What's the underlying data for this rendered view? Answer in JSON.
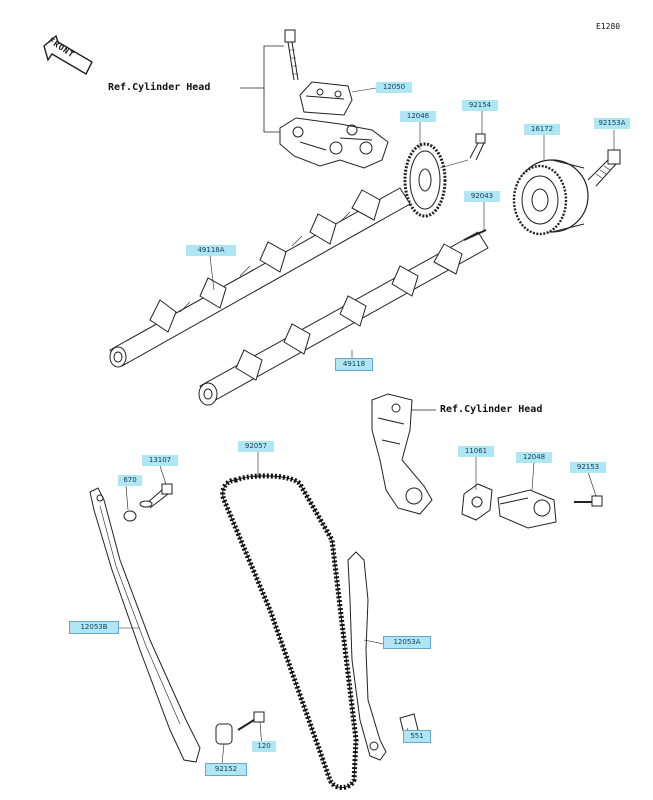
{
  "diagram_code": "E1280",
  "front_label": "FRONT",
  "ref_labels": {
    "ref1": "Ref.Cylinder Head",
    "ref2": "Ref.Cylinder Head"
  },
  "part_labels": {
    "p12050": "12050",
    "p12046": "12046",
    "p92154": "92154",
    "p16172": "16172",
    "p92153A": "92153A",
    "p92043": "92043",
    "p49118A": "49118A",
    "p49118": "49118",
    "p92057": "92057",
    "p13107": "13107",
    "p670": "670",
    "p12053B": "12053B",
    "p11061": "11061",
    "p12048": "12048",
    "p92153": "92153",
    "p12053A": "12053A",
    "p120": "120",
    "p551": "551",
    "p92152": "92152"
  },
  "colors": {
    "label_bg": "#aee6f4",
    "line": "#222222"
  }
}
